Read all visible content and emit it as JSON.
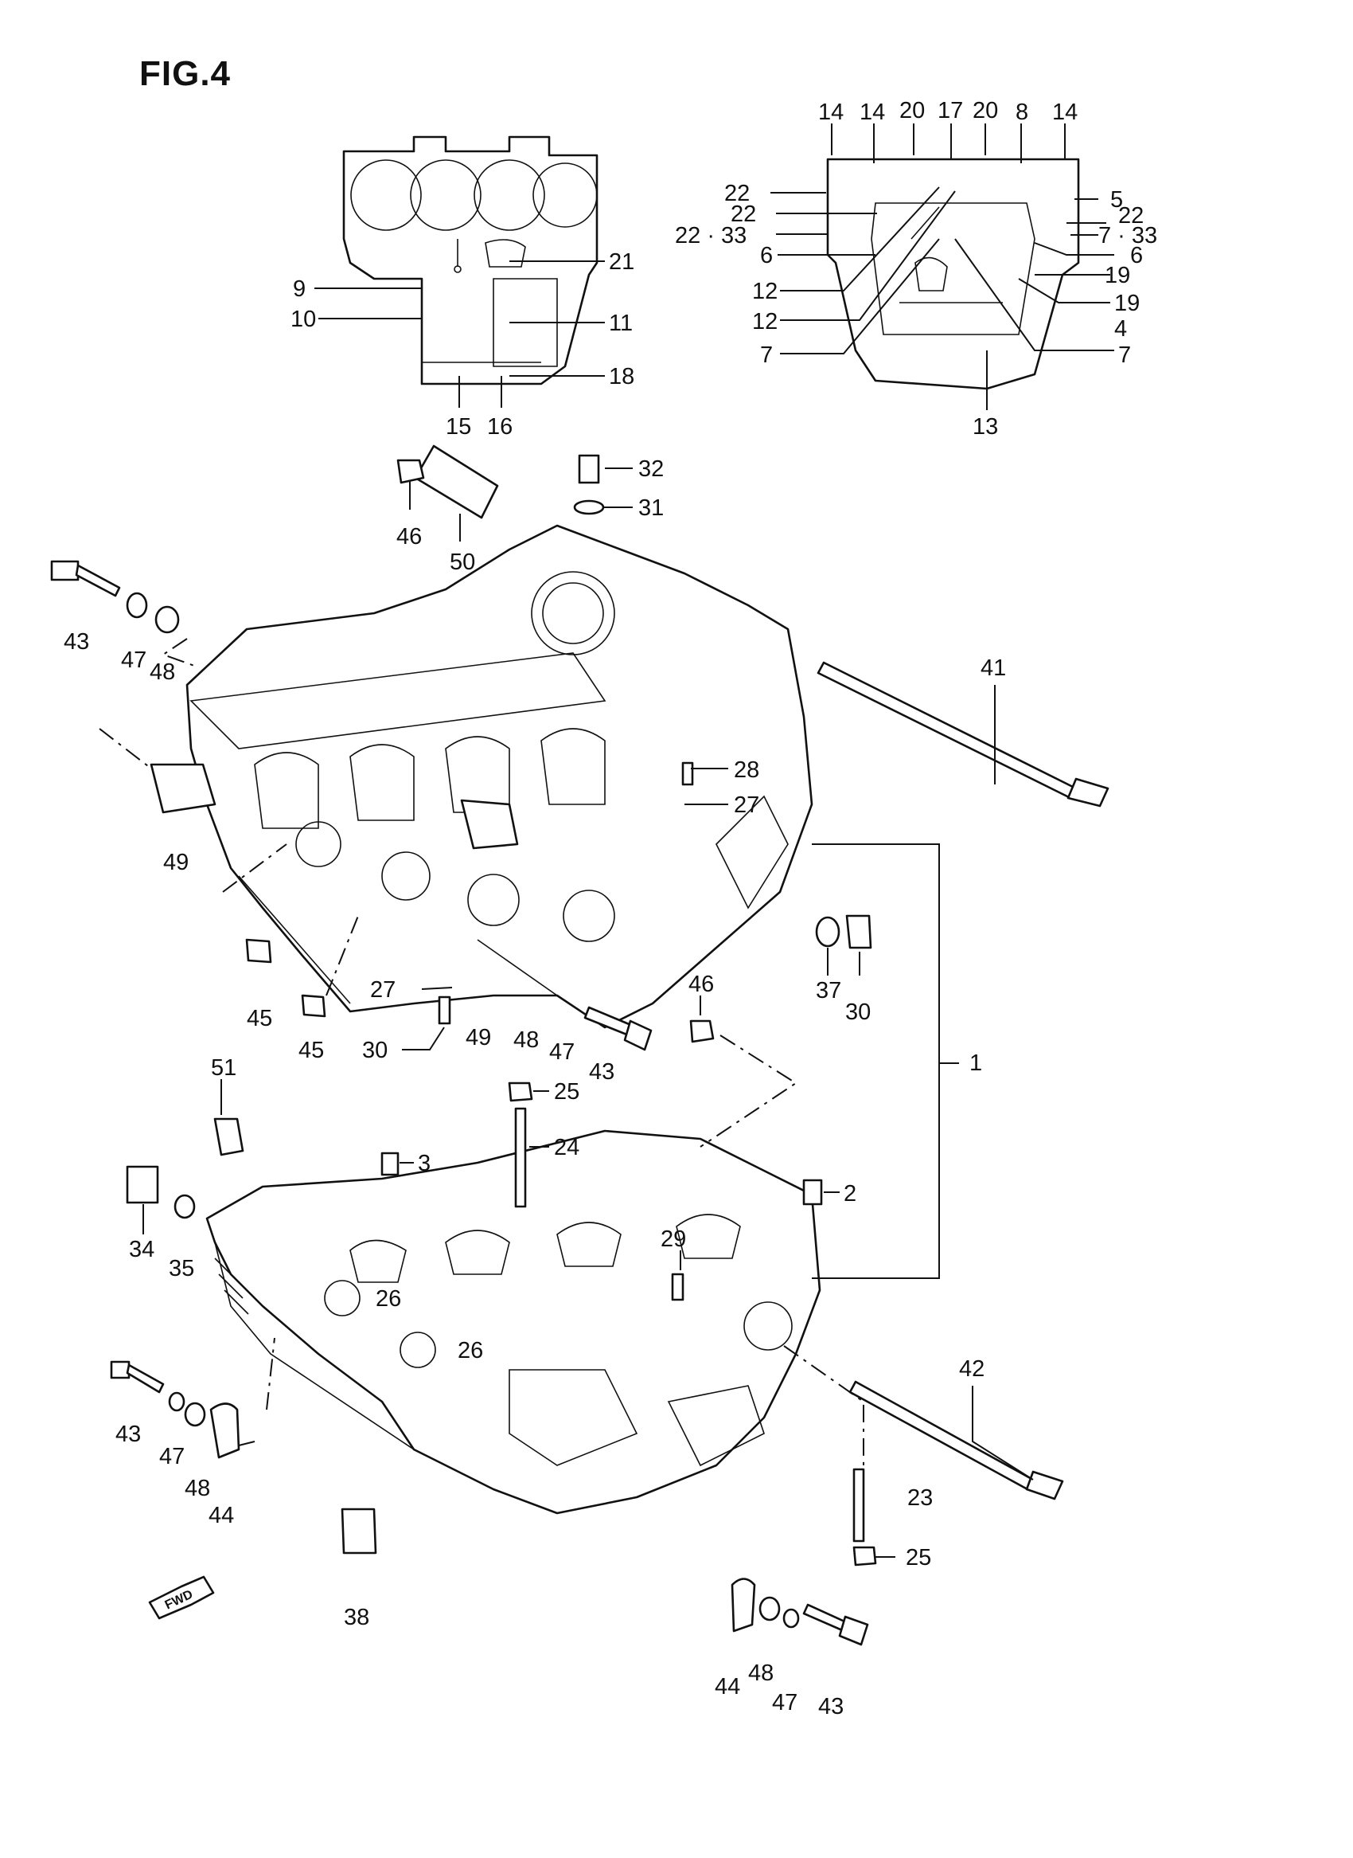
{
  "figure": {
    "title": "FIG.4"
  },
  "callouts": [
    {
      "id": "c14a",
      "label": "14"
    },
    {
      "id": "c14b",
      "label": "14"
    },
    {
      "id": "c20a",
      "label": "20"
    },
    {
      "id": "c17",
      "label": "17"
    },
    {
      "id": "c20b",
      "label": "20"
    },
    {
      "id": "c8",
      "label": "8"
    },
    {
      "id": "c14c",
      "label": "14"
    },
    {
      "id": "c22a",
      "label": "22"
    },
    {
      "id": "c22b",
      "label": "22"
    },
    {
      "id": "c2233",
      "label": "22 · 33"
    },
    {
      "id": "c6a",
      "label": "6"
    },
    {
      "id": "c12a",
      "label": "12"
    },
    {
      "id": "c12b",
      "label": "12"
    },
    {
      "id": "c7a",
      "label": "7"
    },
    {
      "id": "c5",
      "label": "5"
    },
    {
      "id": "c22c",
      "label": "22"
    },
    {
      "id": "c733",
      "label": "7 · 33"
    },
    {
      "id": "c6b",
      "label": "6"
    },
    {
      "id": "c19a",
      "label": "19"
    },
    {
      "id": "c19b",
      "label": "19"
    },
    {
      "id": "c4",
      "label": "4"
    },
    {
      "id": "c7b",
      "label": "7"
    },
    {
      "id": "c13",
      "label": "13"
    },
    {
      "id": "c21",
      "label": "21"
    },
    {
      "id": "c9",
      "label": "9"
    },
    {
      "id": "c10",
      "label": "10"
    },
    {
      "id": "c11",
      "label": "11"
    },
    {
      "id": "c18",
      "label": "18"
    },
    {
      "id": "c15",
      "label": "15"
    },
    {
      "id": "c16",
      "label": "16"
    },
    {
      "id": "c32",
      "label": "32"
    },
    {
      "id": "c31",
      "label": "31"
    },
    {
      "id": "c46a",
      "label": "46"
    },
    {
      "id": "c50",
      "label": "50"
    },
    {
      "id": "c43a",
      "label": "43"
    },
    {
      "id": "c47a",
      "label": "47"
    },
    {
      "id": "c48a",
      "label": "48"
    },
    {
      "id": "c41",
      "label": "41"
    },
    {
      "id": "c28",
      "label": "28"
    },
    {
      "id": "c27a",
      "label": "27"
    },
    {
      "id": "c49a",
      "label": "49"
    },
    {
      "id": "c45a",
      "label": "45"
    },
    {
      "id": "c45b",
      "label": "45"
    },
    {
      "id": "c27b",
      "label": "27"
    },
    {
      "id": "c30a",
      "label": "30"
    },
    {
      "id": "c49b",
      "label": "49"
    },
    {
      "id": "c48b",
      "label": "48"
    },
    {
      "id": "c47b",
      "label": "47"
    },
    {
      "id": "c43b",
      "label": "43"
    },
    {
      "id": "c46b",
      "label": "46"
    },
    {
      "id": "c37",
      "label": "37"
    },
    {
      "id": "c30b",
      "label": "30"
    },
    {
      "id": "c1",
      "label": "1"
    },
    {
      "id": "c51",
      "label": "51"
    },
    {
      "id": "c25a",
      "label": "25"
    },
    {
      "id": "c24",
      "label": "24"
    },
    {
      "id": "c3",
      "label": "3"
    },
    {
      "id": "c2",
      "label": "2"
    },
    {
      "id": "c34",
      "label": "34"
    },
    {
      "id": "c35",
      "label": "35"
    },
    {
      "id": "c29",
      "label": "29"
    },
    {
      "id": "c26a",
      "label": "26"
    },
    {
      "id": "c26b",
      "label": "26"
    },
    {
      "id": "c42",
      "label": "42"
    },
    {
      "id": "c43c",
      "label": "43"
    },
    {
      "id": "c47c",
      "label": "47"
    },
    {
      "id": "c48c",
      "label": "48"
    },
    {
      "id": "c44a",
      "label": "44"
    },
    {
      "id": "c23",
      "label": "23"
    },
    {
      "id": "c25b",
      "label": "25"
    },
    {
      "id": "c38",
      "label": "38"
    },
    {
      "id": "c44b",
      "label": "44"
    },
    {
      "id": "c48d",
      "label": "48"
    },
    {
      "id": "c47d",
      "label": "47"
    },
    {
      "id": "c43d",
      "label": "43"
    }
  ],
  "fwd_label": "FWD"
}
